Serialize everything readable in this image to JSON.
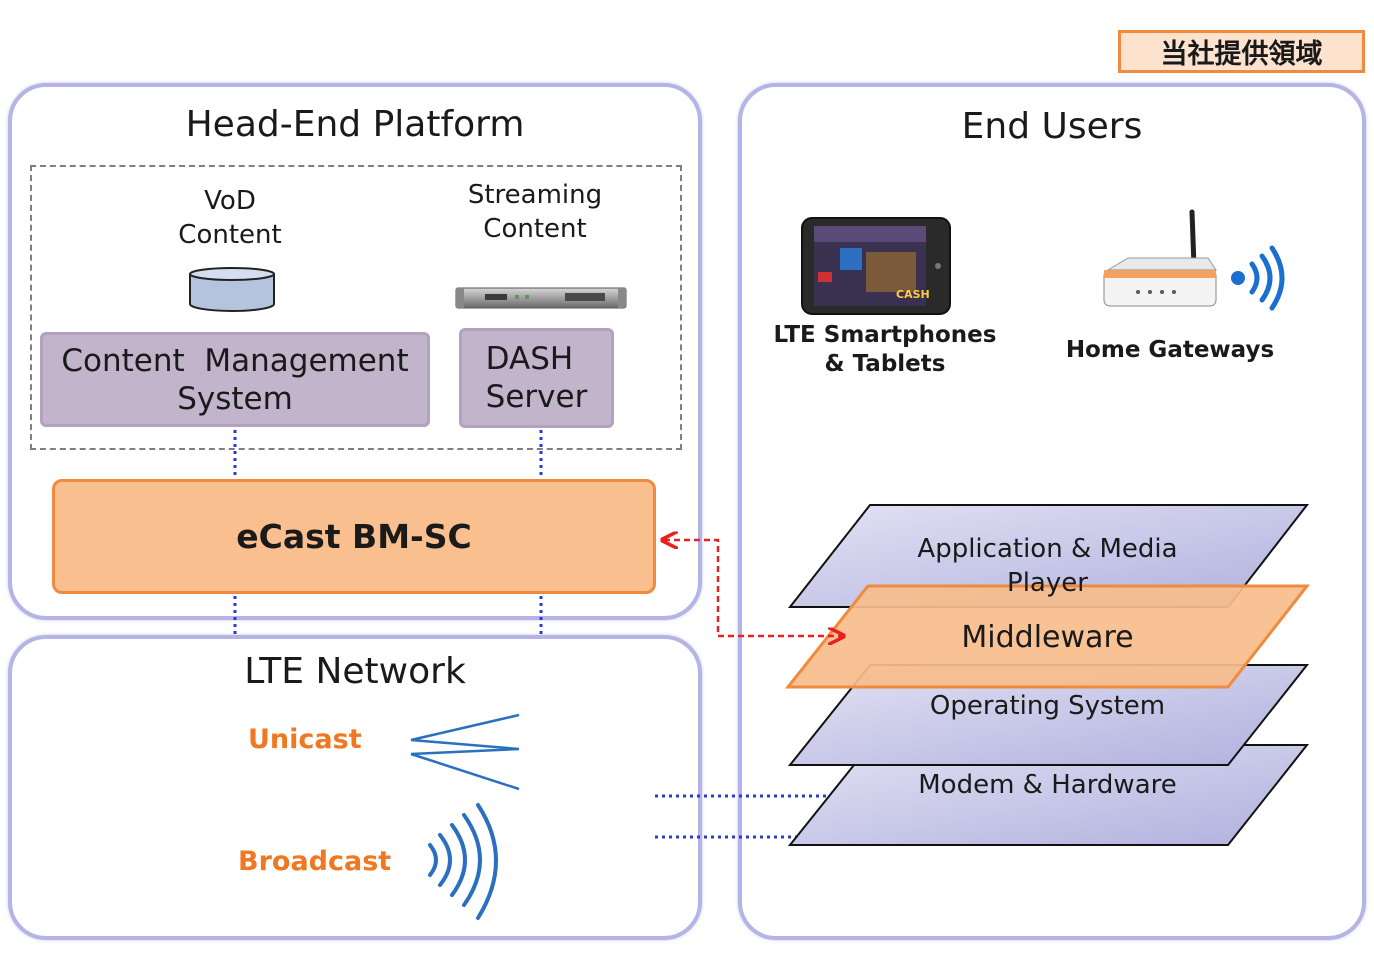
{
  "badge": {
    "text": "当社提供領域"
  },
  "head_end": {
    "title": "Head-End Platform",
    "vod": {
      "line1": "VoD",
      "line2": "Content"
    },
    "streaming": {
      "line1": "Streaming",
      "line2": "Content"
    },
    "cms": {
      "line1": "Content  Management",
      "line2": "System"
    },
    "dash": {
      "line1": "DASH",
      "line2": "Server"
    },
    "bmsc": "eCast BM-SC"
  },
  "lte_network": {
    "title": "LTE Network",
    "unicast": "Unicast",
    "broadcast": "Broadcast"
  },
  "end_users": {
    "title": "End Users",
    "smartphones": {
      "line1": "LTE Smartphones",
      "line2": "& Tablets"
    },
    "gateways": "Home Gateways",
    "tablet_screen_text": "CASH",
    "layers": {
      "app": {
        "line1": "Application & Media",
        "line2": "Player"
      },
      "middleware": "Middleware",
      "os": "Operating System",
      "modem": "Modem & Hardware"
    }
  },
  "colors": {
    "panel_border": "#b4b4e6",
    "purple_fill": "#c2b4cb",
    "orange_fill": "#f9bf8f",
    "orange_border": "#f08a3e",
    "accent_orange_text": "#f07820",
    "dotted_blue": "#2a3ad6",
    "arrow_red": "#e82020",
    "layer_fill": "#c6c6ea",
    "signal_blue": "#2a6fc0"
  }
}
